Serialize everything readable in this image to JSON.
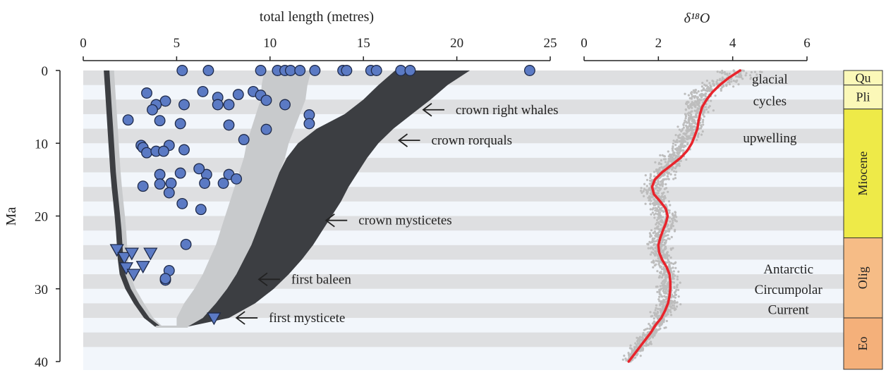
{
  "chart_data": [
    {
      "type": "scatter",
      "xlabel": "total length (metres)",
      "ylabel": "Ma",
      "xlim": [
        0,
        25
      ],
      "ylim": [
        40,
        0
      ],
      "xticks": [
        0,
        5,
        10,
        15,
        20,
        25
      ],
      "yticks": [
        0,
        10,
        20,
        30,
        40
      ],
      "y_axis_inverted": true,
      "grid": "alternating horizontal bands",
      "colors": {
        "fossil_points": "#5b7ac4",
        "marker_outline": "#1e2a4a",
        "crown_envelope": "#3c3e42",
        "stem_envelope": "#c8cacc",
        "band_light": "#f2f6fb",
        "band_dark": "#dedfe1"
      },
      "series": [
        {
          "marker": "circle",
          "points": [
            [
              5.3,
              0
            ],
            [
              6.7,
              0
            ],
            [
              9.5,
              0
            ],
            [
              10.4,
              0
            ],
            [
              10.8,
              0
            ],
            [
              11.1,
              0
            ],
            [
              11.6,
              0
            ],
            [
              12.4,
              0
            ],
            [
              13.9,
              0
            ],
            [
              14.1,
              0
            ],
            [
              15.4,
              0
            ],
            [
              15.7,
              0
            ],
            [
              17.0,
              0
            ],
            [
              17.5,
              0
            ],
            [
              23.9,
              0
            ],
            [
              3.4,
              3.1
            ],
            [
              6.4,
              2.9
            ],
            [
              7.2,
              3.7
            ],
            [
              8.3,
              3.3
            ],
            [
              9.1,
              2.9
            ],
            [
              9.5,
              3.4
            ],
            [
              9.8,
              4.1
            ],
            [
              4.4,
              4.2
            ],
            [
              5.4,
              4.7
            ],
            [
              7.2,
              4.7
            ],
            [
              7.8,
              4.7
            ],
            [
              10.8,
              4.7
            ],
            [
              3.9,
              4.7
            ],
            [
              3.7,
              5.4
            ],
            [
              2.4,
              6.8
            ],
            [
              4.1,
              6.9
            ],
            [
              5.2,
              7.3
            ],
            [
              7.8,
              7.5
            ],
            [
              9.8,
              8.1
            ],
            [
              12.1,
              6.1
            ],
            [
              12.1,
              7.3
            ],
            [
              8.6,
              9.5
            ],
            [
              3.1,
              10.3
            ],
            [
              3.2,
              10.6
            ],
            [
              4.6,
              10.3
            ],
            [
              3.4,
              11.3
            ],
            [
              3.9,
              11.1
            ],
            [
              4.3,
              11.1
            ],
            [
              5.4,
              10.9
            ],
            [
              4.1,
              14.3
            ],
            [
              5.2,
              14.1
            ],
            [
              6.6,
              14.3
            ],
            [
              7.8,
              14.3
            ],
            [
              8.2,
              14.9
            ],
            [
              3.2,
              15.9
            ],
            [
              4.1,
              15.6
            ],
            [
              4.7,
              15.5
            ],
            [
              4.6,
              16.8
            ],
            [
              7.5,
              15.5
            ],
            [
              6.5,
              15.5
            ],
            [
              6.2,
              13.5
            ],
            [
              5.3,
              18.3
            ],
            [
              6.3,
              19.1
            ],
            [
              5.5,
              23.9
            ],
            [
              4.6,
              27.5
            ],
            [
              4.4,
              28.8
            ],
            [
              4.4,
              28.6
            ]
          ]
        },
        {
          "marker": "triangle-down",
          "points": [
            [
              1.8,
              24.6
            ],
            [
              2.2,
              25.7
            ],
            [
              2.6,
              25.1
            ],
            [
              3.6,
              25.1
            ],
            [
              2.3,
              27.1
            ],
            [
              3.2,
              26.9
            ],
            [
              2.7,
              28.0
            ],
            [
              7.0,
              34.0
            ]
          ]
        }
      ],
      "envelopes": [
        {
          "color": "#c8cacc",
          "ages": [
            35.2,
            34,
            32,
            30,
            28,
            26,
            24,
            22,
            20,
            18,
            16,
            14,
            12,
            10,
            8,
            6,
            4,
            2,
            0
          ],
          "max_length": [
            5.6,
            6.4,
            7.1,
            7.7,
            8.2,
            8.6,
            9.0,
            9.3,
            9.6,
            9.9,
            10.2,
            10.5,
            10.8,
            11.0,
            11.3,
            11.6,
            11.9,
            12.0,
            12.2
          ]
        },
        {
          "color": "#3c3e42",
          "ages": [
            35.2,
            34,
            32,
            30,
            28,
            26,
            24,
            22,
            20,
            18,
            16,
            14,
            12,
            10,
            8,
            6,
            4,
            2,
            0
          ],
          "inner": [
            5.6,
            6.4,
            7.1,
            7.7,
            8.2,
            8.6,
            9.0,
            9.3,
            9.6,
            9.9,
            10.2,
            10.5,
            10.9,
            11.5,
            12.5,
            14.0,
            15.0,
            15.8,
            16.7
          ],
          "max_length": [
            5.6,
            7.8,
            9.2,
            10.2,
            11.0,
            11.7,
            12.3,
            12.8,
            13.3,
            13.8,
            14.2,
            14.7,
            15.2,
            15.8,
            16.6,
            17.6,
            18.6,
            19.5,
            20.7
          ]
        },
        {
          "color": "#c8cacc",
          "ages": [
            0,
            2,
            4,
            6,
            8,
            10,
            12,
            14,
            16,
            18,
            20,
            22,
            24,
            26,
            28,
            30,
            32,
            34,
            35.2
          ],
          "min_length": [
            1.3,
            1.35,
            1.4,
            1.45,
            1.5,
            1.55,
            1.6,
            1.65,
            1.72,
            1.8,
            1.88,
            1.95,
            2.0,
            2.05,
            2.15,
            2.45,
            2.9,
            3.4,
            3.9
          ]
        },
        {
          "color": "#3c3e42",
          "ages": [
            0,
            2,
            4,
            6,
            8,
            10,
            12,
            14,
            16,
            18,
            20,
            22,
            24,
            26,
            28,
            30,
            32,
            34,
            35.2
          ],
          "min_length": [
            1.15,
            1.2,
            1.25,
            1.3,
            1.35,
            1.4,
            1.45,
            1.5,
            1.57,
            1.65,
            1.73,
            1.8,
            1.85,
            1.9,
            2.0,
            2.3,
            2.75,
            3.3,
            3.9
          ]
        }
      ],
      "annotations": [
        {
          "text": "crown right whales",
          "at": [
            18.2,
            5.4
          ]
        },
        {
          "text": "crown rorquals",
          "at": [
            16.9,
            9.6
          ]
        },
        {
          "text": "crown mysticetes",
          "at": [
            13.0,
            20.6
          ]
        },
        {
          "text": "first baleen",
          "at": [
            9.4,
            28.7
          ]
        },
        {
          "text": "first mysticete",
          "at": [
            8.2,
            34.0
          ]
        }
      ]
    },
    {
      "type": "line",
      "xlabel": "δ¹⁸O",
      "ylabel": "Ma",
      "xlim": [
        0,
        6
      ],
      "ylim": [
        40,
        0
      ],
      "xticks": [
        0,
        2,
        4,
        6
      ],
      "y_axis_inverted": true,
      "scatter_color": "#bdbdbd",
      "line_color": "#e8242c",
      "scatter_density_band": [
        {
          "age": 0,
          "center": 4.3,
          "spread": 0.9
        },
        {
          "age": 3,
          "center": 3.2,
          "spread": 0.55
        },
        {
          "age": 8,
          "center": 2.9,
          "spread": 0.45
        },
        {
          "age": 14,
          "center": 2.1,
          "spread": 0.5
        },
        {
          "age": 17,
          "center": 1.85,
          "spread": 0.45
        },
        {
          "age": 20,
          "center": 2.2,
          "spread": 0.45
        },
        {
          "age": 24,
          "center": 2.0,
          "spread": 0.4
        },
        {
          "age": 28,
          "center": 2.25,
          "spread": 0.4
        },
        {
          "age": 32,
          "center": 2.25,
          "spread": 0.45
        },
        {
          "age": 35,
          "center": 1.95,
          "spread": 0.35
        },
        {
          "age": 38,
          "center": 1.5,
          "spread": 0.3
        },
        {
          "age": 40,
          "center": 1.2,
          "spread": 0.25
        }
      ],
      "series": [
        {
          "ages": [
            0,
            1,
            2,
            3,
            4,
            5,
            6,
            7,
            8,
            9,
            10,
            11,
            12,
            13,
            14,
            15,
            16,
            17,
            18,
            19,
            20,
            21,
            22,
            23,
            24,
            25,
            26,
            27,
            28,
            29,
            30,
            31,
            32,
            33,
            34,
            35,
            36,
            37,
            38,
            39,
            40
          ],
          "values": [
            4.2,
            3.9,
            3.65,
            3.45,
            3.3,
            3.18,
            3.12,
            3.08,
            3.05,
            2.98,
            2.9,
            2.78,
            2.6,
            2.35,
            2.1,
            1.9,
            1.83,
            1.88,
            2.05,
            2.2,
            2.25,
            2.2,
            2.12,
            2.05,
            2.0,
            2.02,
            2.1,
            2.22,
            2.3,
            2.32,
            2.32,
            2.3,
            2.26,
            2.18,
            2.08,
            1.92,
            1.8,
            1.65,
            1.5,
            1.35,
            1.2
          ]
        }
      ],
      "annotations": [
        {
          "text": "glacial",
          "at": [
            5.0,
            1.2
          ]
        },
        {
          "text": "cycles",
          "at": [
            5.0,
            4.2
          ]
        },
        {
          "text": "upwelling",
          "at": [
            5.0,
            9.3
          ]
        },
        {
          "text": "Antarctic",
          "at": [
            5.5,
            27.3
          ]
        },
        {
          "text": "Circumpolar",
          "at": [
            5.5,
            30.1
          ]
        },
        {
          "text": "Current",
          "at": [
            5.5,
            32.9
          ]
        }
      ]
    }
  ],
  "epochs": [
    {
      "label": "Qu",
      "start": 0,
      "end": 2.0,
      "color": "#fbf8b8"
    },
    {
      "label": "Pli",
      "start": 2.0,
      "end": 5.3,
      "color": "#fbf8b8"
    },
    {
      "label": "Miocene",
      "start": 5.3,
      "end": 23.0,
      "color": "#eeea48"
    },
    {
      "label": "Olig",
      "start": 23.0,
      "end": 34.0,
      "color": "#f6bc86"
    },
    {
      "label": "Eo",
      "start": 34.0,
      "end": 40.0,
      "color": "#f4b07a"
    }
  ]
}
